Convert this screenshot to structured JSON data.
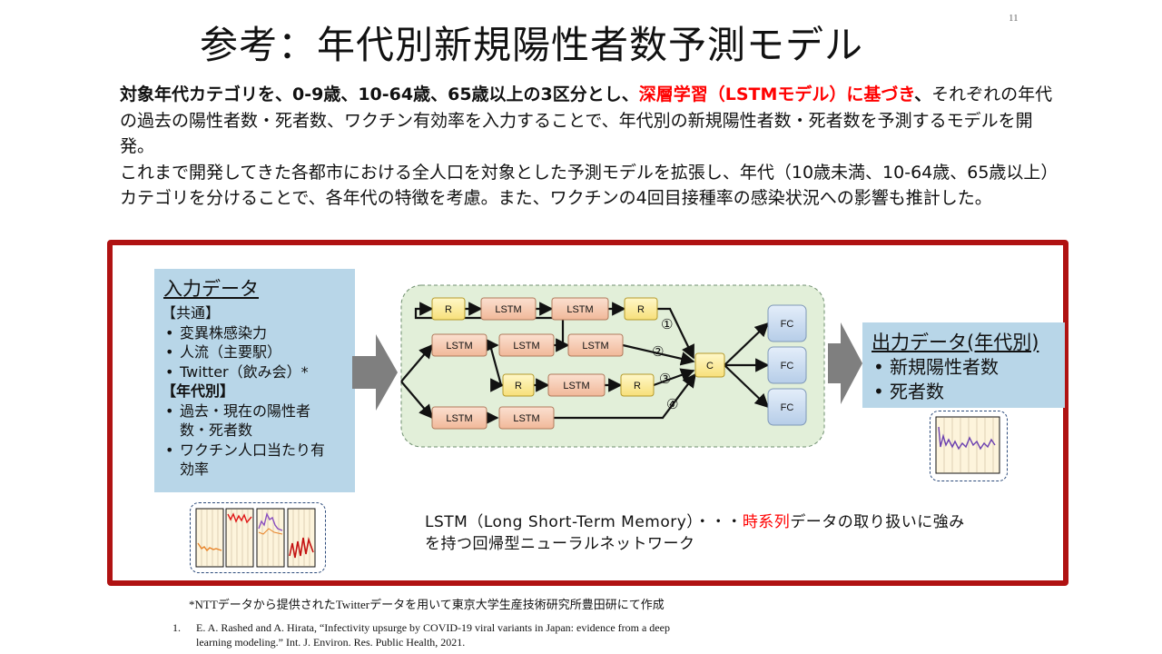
{
  "title": "参考：年代別新規陽性者数予測モデル",
  "page_number": "11",
  "intro": {
    "bold_part": "対象年代カテゴリを、0-9歳、10-64歳、65歳以上の3区分とし、",
    "red_part": "深層学習（LSTMモデル）に基づき",
    "bold_tail": "、",
    "line1_rest": "それぞれの年代の過去の陽性者数・死者数、ワクチン有効率を入力することで、年代別の新規陽性者数・死者数を予測するモデルを開発。",
    "paragraph2": "これまで開発してきた各都市における全人口を対象とした予測モデルを拡張し、年代（10歳未満、10-64歳、65歳以上）カテゴリを分けることで、各年代の特徴を考慮。また、ワクチンの4回目接種率の感染状況への影響も推計した。"
  },
  "input": {
    "title": "入力データ",
    "common_header": "【共通】",
    "common_items": [
      "変異株感染力",
      "人流（主要駅）",
      "Twitter（飲み会）*"
    ],
    "age_header": "【年代別】",
    "age_items": [
      [
        "過去・現在の陽性者",
        "数・死者数"
      ],
      [
        "ワクチン人口当たり有",
        "効率"
      ]
    ]
  },
  "output": {
    "title": "出力データ(年代別)",
    "items": [
      "新規陽性者数",
      "死者数"
    ]
  },
  "network": {
    "labels": {
      "lstm": "LSTM",
      "r": "R",
      "c": "C",
      "fc": "FC",
      "route1": "①",
      "route2": "②",
      "route3": "③",
      "route4": "④"
    }
  },
  "lstm_note": {
    "prefix": "LSTM（Long Short-Term Memory）・・・",
    "red": "時系列",
    "suffix": "データの取り扱いに強み",
    "line2": "を持つ回帰型ニューラルネットワーク"
  },
  "footnote": "*NTTデータから提供されたTwitterデータを用いて東京大学生産技術研究所豊田研にて作成",
  "reference": {
    "number": "1.",
    "line1": "E. A. Rashed and A. Hirata, “Infectivity upsurge by COVID-19 viral variants in Japan: evidence from a deep",
    "line2": "learning modeling.” Int. J. Environ. Res. Public Health, 2021."
  },
  "colors": {
    "frame": "#b01212",
    "panel": "#b8d6e8",
    "network_bg": "#e2efd9",
    "lstm_box": "#f6c9ae",
    "r_box": "#fff2a8",
    "fc_box": "#cfe0f3",
    "arrow": "#7f7f7f",
    "highlight": "#ff0000"
  }
}
